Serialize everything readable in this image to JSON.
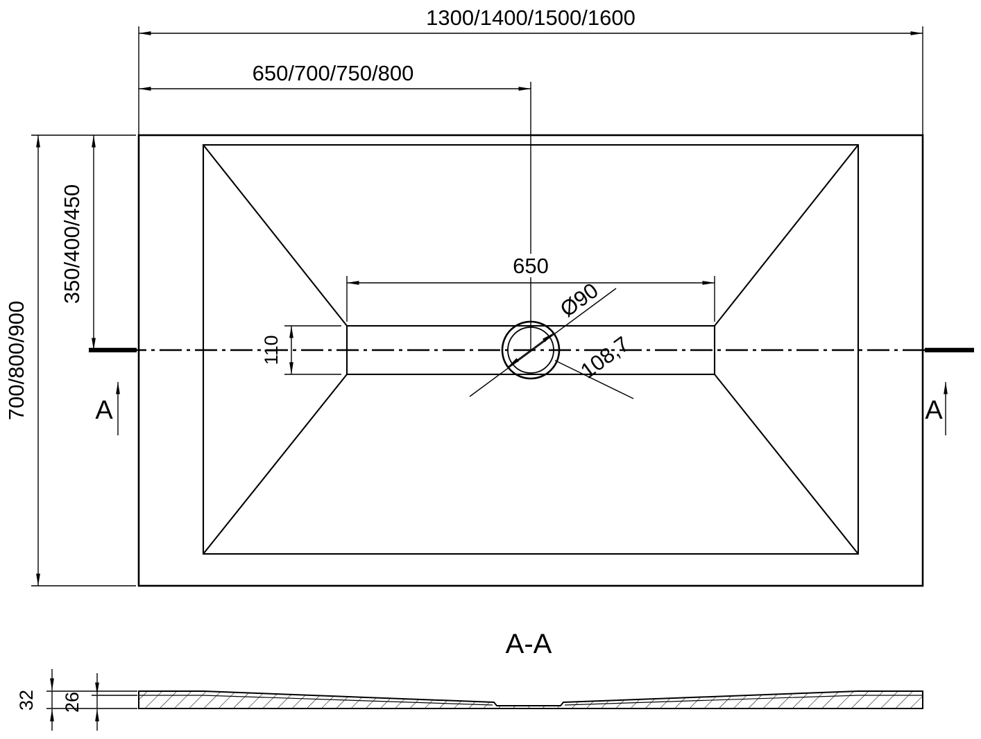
{
  "colors": {
    "line": "#000000",
    "background": "#ffffff"
  },
  "top_view": {
    "dim_width_overall": "1300/1400/1500/1600",
    "dim_width_to_drain": "650/700/750/800",
    "dim_depth_overall": "700/800/900",
    "dim_depth_to_drain": "350/400/450",
    "dim_channel_length": "650",
    "dim_channel_width": "110",
    "dim_drain_diameter": "Ø90",
    "dim_drain_diagonal": "108,7",
    "section_label_left": "A",
    "section_label_right": "A"
  },
  "section_view": {
    "title": "A-A",
    "dim_height_total": "32",
    "dim_height_inner": "26"
  }
}
